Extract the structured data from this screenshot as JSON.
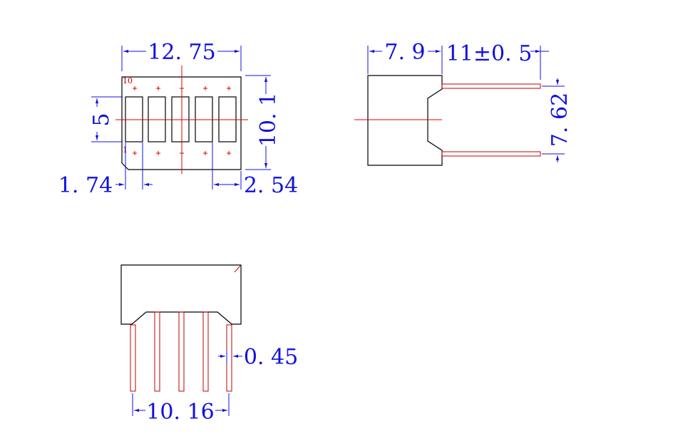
{
  "drawing": {
    "colors": {
      "outline": "#000000",
      "centerline": "#e00000",
      "pin": "#c00000",
      "dimension": "#1010e0",
      "background": "#ffffff"
    },
    "front_view": {
      "pin_label_top": "10",
      "pin_label_bottom": "1",
      "dim_width": "12. 75",
      "dim_height": "10. 1",
      "dim_segment_height": "5",
      "dim_segment_width": "1. 74",
      "dim_pitch": "2. 54"
    },
    "side_view": {
      "dim_body_depth": "7. 9",
      "dim_lead_length": "11±0. 5",
      "dim_lead_spacing": "7. 62"
    },
    "bottom_view": {
      "dim_lead_width": "0. 45",
      "dim_lead_span": "10. 16"
    }
  }
}
